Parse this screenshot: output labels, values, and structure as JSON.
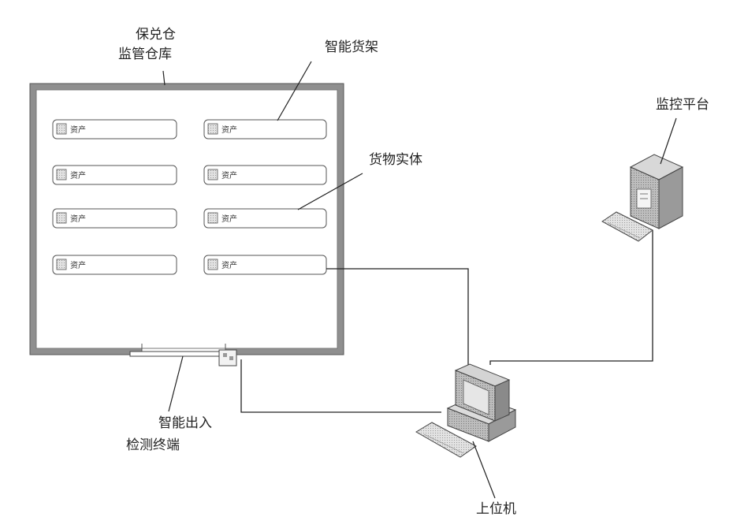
{
  "labels": {
    "warehouse": [
      "保兑仓",
      "监管仓库"
    ],
    "smart_shelf": "智能货架",
    "goods_entity": "货物实体",
    "gate_terminal": [
      "智能出入",
      "检测终端"
    ],
    "monitor_platform": "监控平台",
    "host_pc": "上位机"
  },
  "slot_label": "资产",
  "icons": {
    "slot": "box-icon",
    "server": "server-icon",
    "computer": "computer-icon",
    "keyboard": "keyboard-icon"
  }
}
